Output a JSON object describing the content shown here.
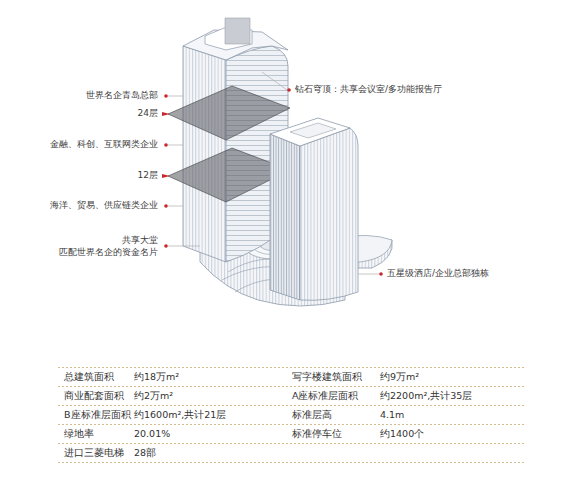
{
  "diagram": {
    "labels": [
      "世界名企青岛总部",
      "24层",
      "金融、科创、互联网类企业",
      "12层",
      "海洋、贸易、供应链类企业",
      "共享大堂 匹配世界名企的资金名片",
      "钻石穹顶：共享会议室/多功能报告厅",
      "五星级酒店/企业总部独栋",
      "总建筑面积",
      "约18万m²",
      "写字楼建筑面积",
      "约9万m²",
      "商业配套面积",
      "约2万m²",
      "A座标准层面积",
      "约2200m²,共计35层",
      "B座标准层面积",
      "约1600m²,共计21层",
      "标准层高",
      "4.1m",
      "绿地率",
      "20.01%",
      "标准停车位",
      "约1400个",
      "进口三菱电梯",
      "28部"
    ]
  }
}
